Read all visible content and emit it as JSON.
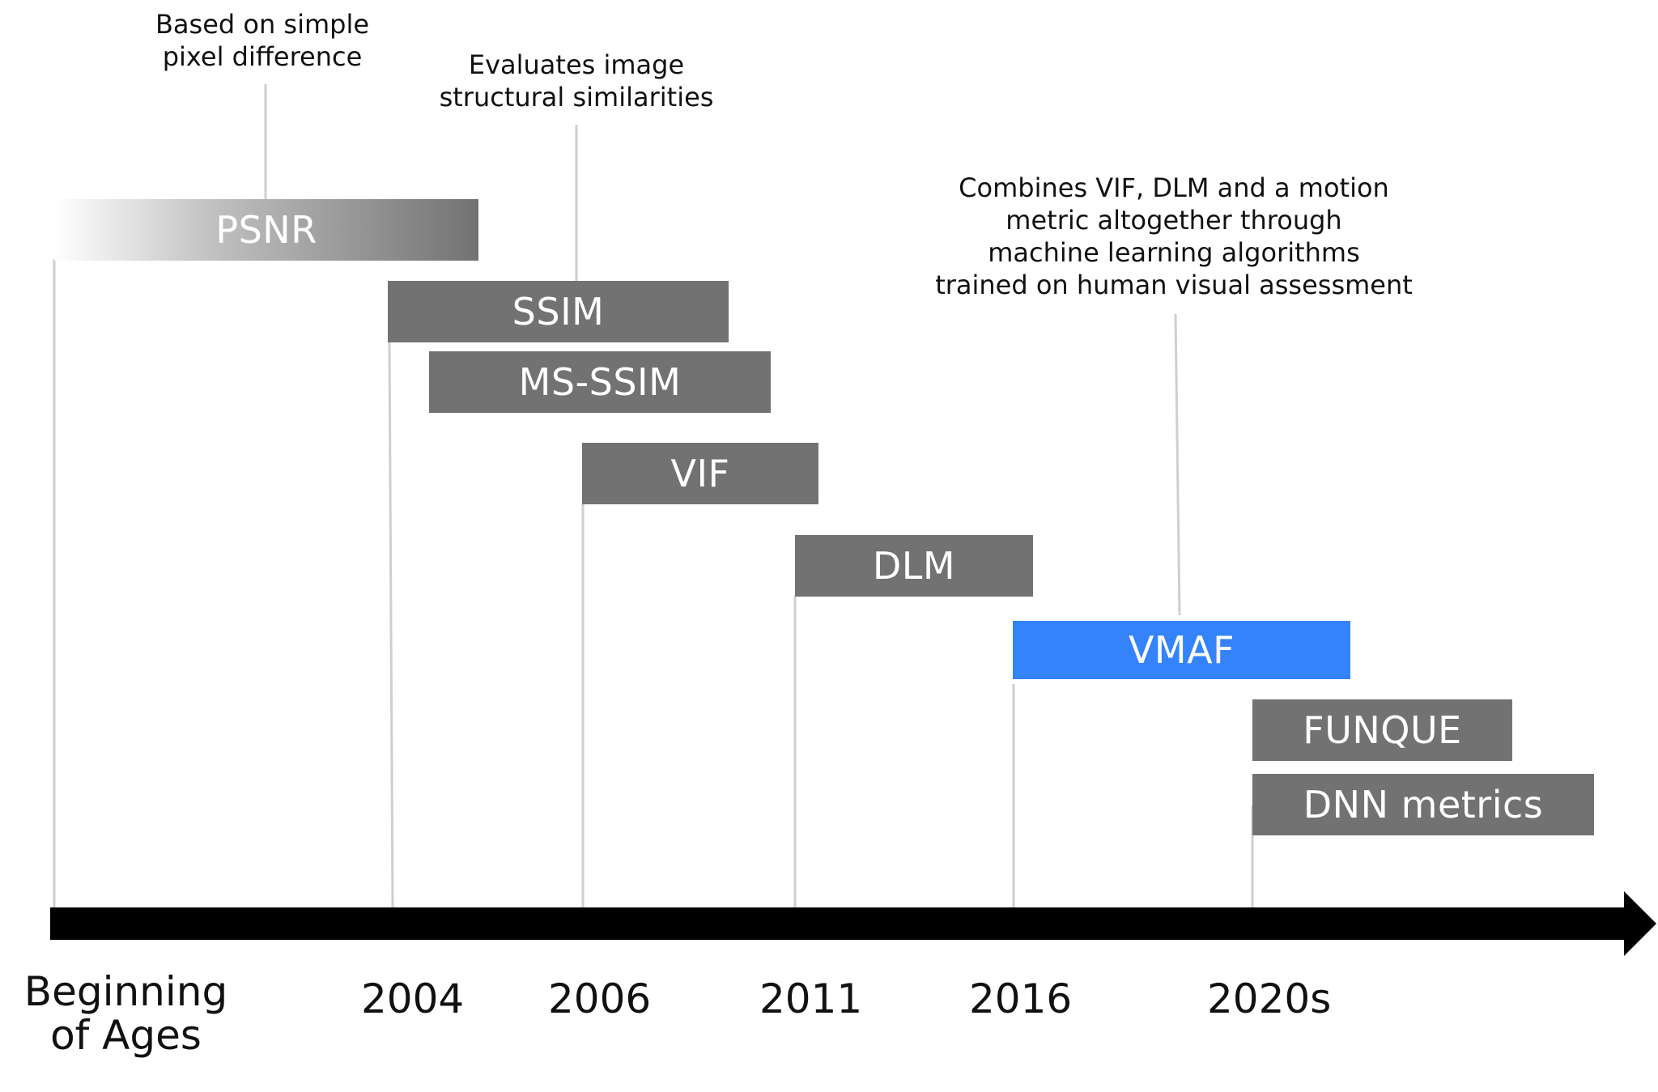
{
  "colors": {
    "bar": "#727272",
    "highlight": "#3483fb",
    "axis": "#000000",
    "connector": "#cfcfcf"
  },
  "metrics": {
    "psnr": "PSNR",
    "ssim": "SSIM",
    "ms_ssim": "MS-SSIM",
    "vif": "VIF",
    "dlm": "DLM",
    "vmaf": "VMAF",
    "funque": "FUNQUE",
    "dnn": "DNN metrics"
  },
  "notes": {
    "psnr": [
      "Based on simple",
      "pixel difference"
    ],
    "ssim": [
      "Evaluates image",
      "structural similarities"
    ],
    "vmaf": [
      "Combines VIF, DLM and a motion",
      "metric altogether through",
      "machine learning algorithms",
      "trained on human visual assessment"
    ]
  },
  "axis": {
    "start": [
      "Beginning",
      "of Ages"
    ],
    "ticks": [
      "2004",
      "2006",
      "2011",
      "2016",
      "2020s"
    ]
  }
}
